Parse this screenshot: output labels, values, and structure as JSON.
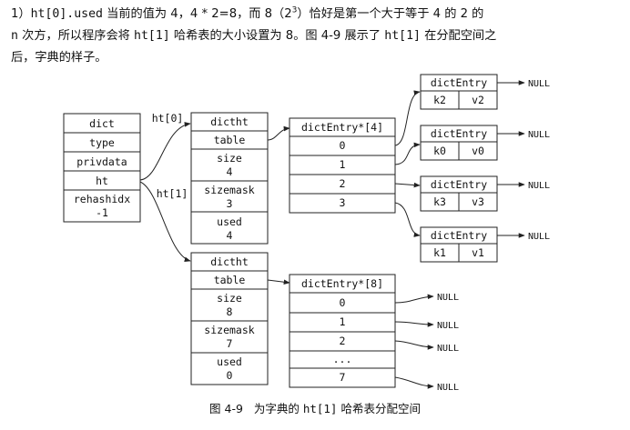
{
  "paragraph": {
    "line1": [
      "1）",
      "ht[0]",
      ".used",
      " 当前的值为 4，4 * 2=8，而 8（2",
      "3",
      "）恰好是第一个大于等于 4 的 2 的"
    ],
    "line2": [
      "n",
      " 次方，所以程序会将 ",
      "ht[1]",
      " 哈希表的大小设置为 8。图 4-9 展示了 ",
      "ht[1]",
      " 在分配空间之"
    ],
    "line3": "后，字典的样子。"
  },
  "diagram": {
    "dict": {
      "rows": [
        "dict",
        "type",
        "privdata",
        "ht",
        "rehashidx",
        "-1"
      ]
    },
    "edge_labels": {
      "ht0": "ht[0]",
      "ht1": "ht[1]"
    },
    "ht0": {
      "rows": [
        "dictht",
        "table",
        "size",
        "4",
        "sizemask",
        "3",
        "used",
        "4"
      ]
    },
    "ht1": {
      "rows": [
        "dictht",
        "table",
        "size",
        "8",
        "sizemask",
        "7",
        "used",
        "0"
      ]
    },
    "table4": {
      "title": "dictEntry*[4]",
      "slots": [
        "0",
        "1",
        "2",
        "3"
      ]
    },
    "table8": {
      "title": "dictEntry*[8]",
      "slots": [
        "0",
        "1",
        "2",
        "...",
        "7"
      ]
    },
    "entries": [
      {
        "title": "dictEntry",
        "key": "k2",
        "value": "v2",
        "next": "NULL"
      },
      {
        "title": "dictEntry",
        "key": "k0",
        "value": "v0",
        "next": "NULL"
      },
      {
        "title": "dictEntry",
        "key": "k3",
        "value": "v3",
        "next": "NULL"
      },
      {
        "title": "dictEntry",
        "key": "k1",
        "value": "v1",
        "next": "NULL"
      }
    ],
    "null_labels": [
      "NULL",
      "NULL",
      "NULL",
      "NULL",
      "NULL"
    ]
  },
  "caption": {
    "figure": "图 4-9",
    "text_before": "为字典的 ",
    "code": "ht[1]",
    "text_after": " 哈希表分配空间"
  }
}
